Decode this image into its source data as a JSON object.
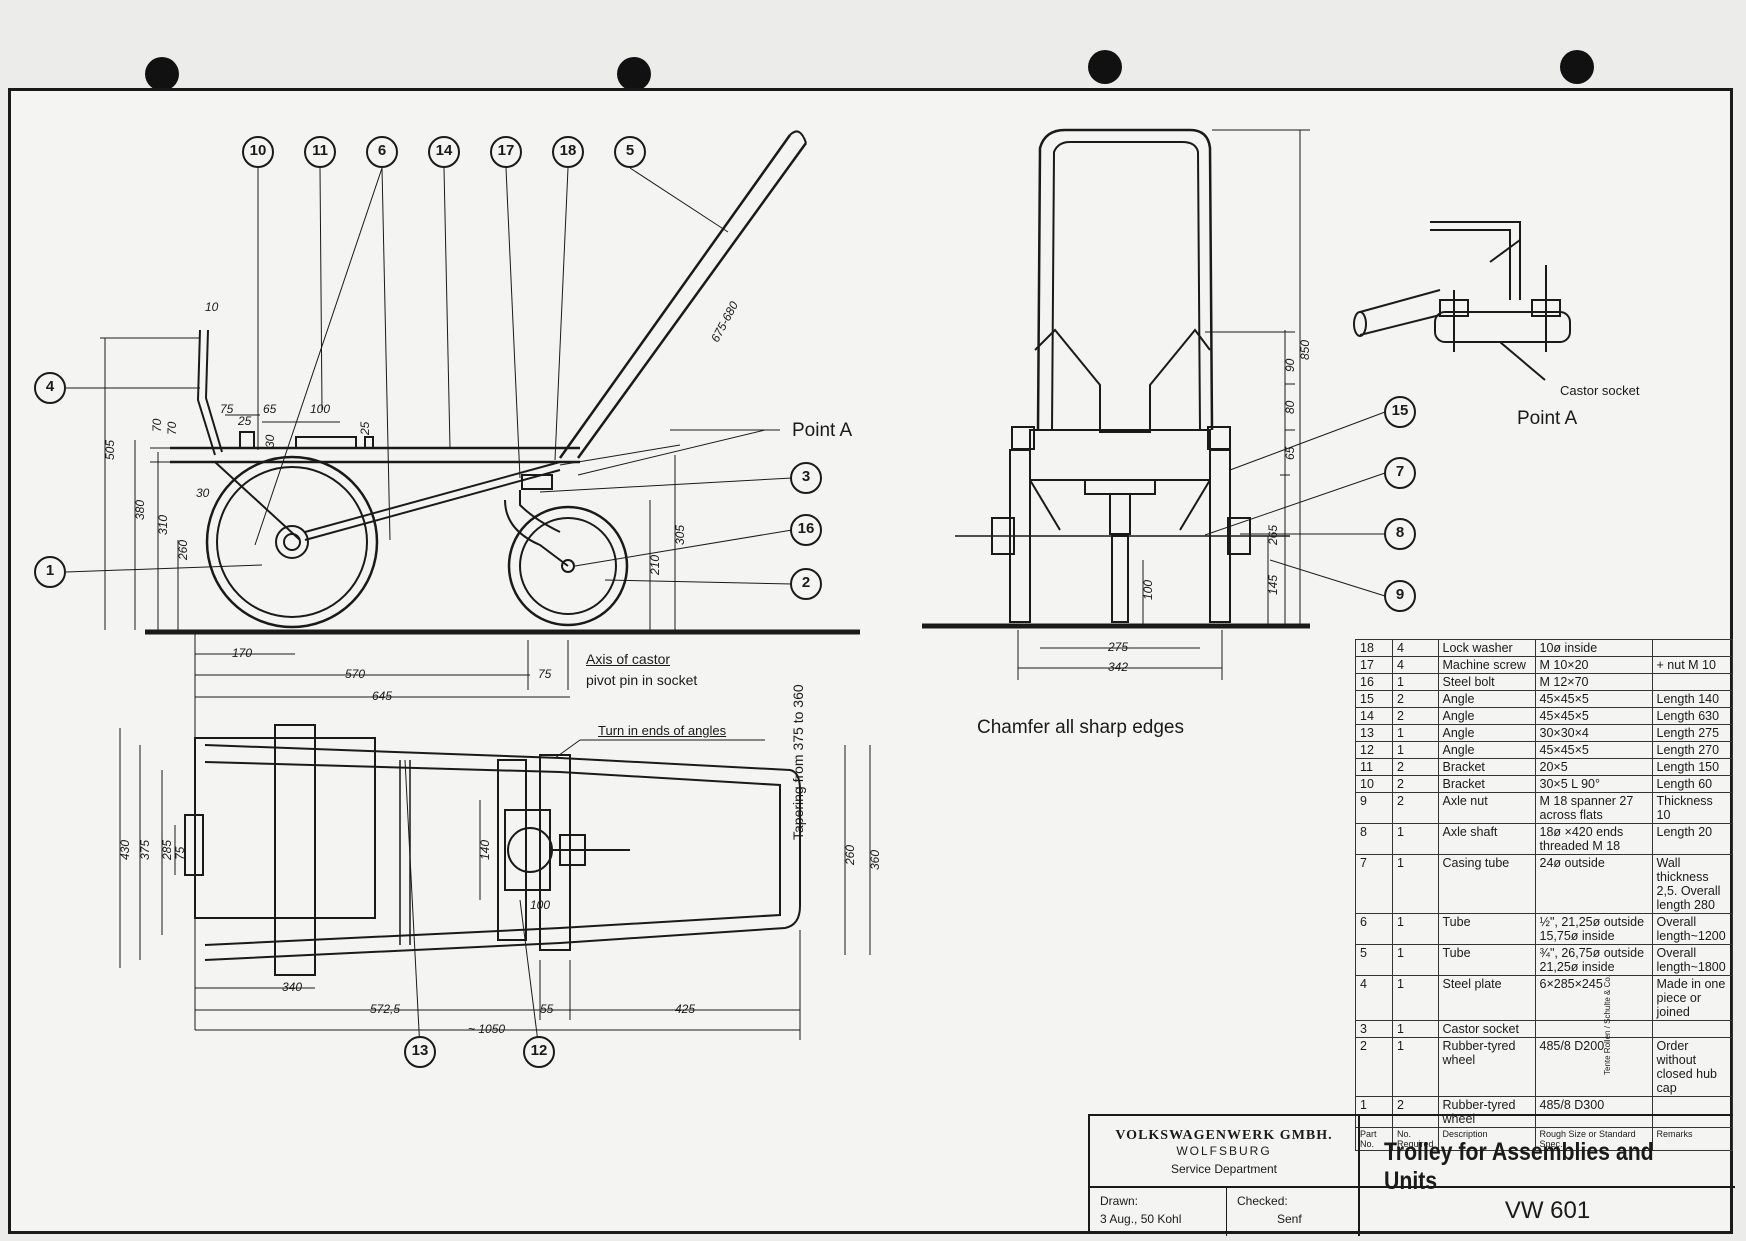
{
  "drawing": {
    "title": "Trolley for Assemblies and Units",
    "number": "VW 601",
    "company": "VOLKSWAGENWERK GMBH.",
    "city": "WOLFSBURG",
    "department": "Service Department",
    "drawn_label": "Drawn:",
    "drawn_value": "3 Aug., 50   Kohl",
    "checked_label": "Checked:",
    "checked_value": "Senf"
  },
  "notes": {
    "point_a": "Point A",
    "point_a_detail": "Point A",
    "castor_socket": "Castor socket",
    "axis_line1": "Axis of castor",
    "axis_line2": "pivot pin in socket",
    "chamfer": "Chamfer all sharp edges",
    "turn_in": "Turn in ends of angles",
    "tapering": "Tapering from 375 to 360"
  },
  "balloons": {
    "b10": "10",
    "b11": "11",
    "b6": "6",
    "b14": "14",
    "b17": "17",
    "b18": "18",
    "b5": "5",
    "b4": "4",
    "b1": "1",
    "b3": "3",
    "b16": "16",
    "b2": "2",
    "b15": "15",
    "b7": "7",
    "b8": "8",
    "b9": "9",
    "b13": "13",
    "b12": "12"
  },
  "dims": {
    "d10": "10",
    "d505": "505",
    "d380": "380",
    "d310": "310",
    "d260": "260",
    "d70a": "70",
    "d70b": "70",
    "d30a": "30",
    "d30b": "30",
    "d75": "75",
    "d65": "65",
    "d25a": "25",
    "d100": "100",
    "d25b": "25",
    "d675": "675-680",
    "d305": "305",
    "d210": "210",
    "d170": "170",
    "d570": "570",
    "d75b": "75",
    "d645": "645",
    "d850": "850",
    "d90": "90",
    "d80": "80",
    "d65b": "65",
    "d265": "265",
    "d145": "145",
    "d100b": "100",
    "d275": "275",
    "d342": "342",
    "d430": "430",
    "d375": "375",
    "d285": "285",
    "d75c": "75",
    "d140": "140",
    "d100c": "100",
    "d260b": "260",
    "d360": "360",
    "d340": "340",
    "d5725": "572,5",
    "d55": "55",
    "d425": "425",
    "d1050": "~ 1050"
  },
  "parts_list": {
    "rows": [
      {
        "no": "18",
        "qty": "4",
        "desc": "Lock washer",
        "size": "10ø  inside",
        "remarks": ""
      },
      {
        "no": "17",
        "qty": "4",
        "desc": "Machine screw",
        "size": "M 10×20",
        "remarks": "+ nut M 10"
      },
      {
        "no": "16",
        "qty": "1",
        "desc": "Steel bolt",
        "size": "M 12×70",
        "remarks": ""
      },
      {
        "no": "15",
        "qty": "2",
        "desc": "Angle",
        "size": "45×45×5",
        "remarks": "Length 140"
      },
      {
        "no": "14",
        "qty": "2",
        "desc": "Angle",
        "size": "45×45×5",
        "remarks": "Length 630"
      },
      {
        "no": "13",
        "qty": "1",
        "desc": "Angle",
        "size": "30×30×4",
        "remarks": "Length 275"
      },
      {
        "no": "12",
        "qty": "1",
        "desc": "Angle",
        "size": "45×45×5",
        "remarks": "Length 270"
      },
      {
        "no": "11",
        "qty": "2",
        "desc": "Bracket",
        "size": "20×5",
        "remarks": "Length 150"
      },
      {
        "no": "10",
        "qty": "2",
        "desc": "Bracket",
        "size": "30×5 L 90°",
        "remarks": "Length 60"
      },
      {
        "no": "9",
        "qty": "2",
        "desc": "Axle nut",
        "size": "M 18 spanner 27 across flats",
        "remarks": "Thickness 10"
      },
      {
        "no": "8",
        "qty": "1",
        "desc": "Axle shaft",
        "size": "18ø ×420 ends threaded M 18",
        "remarks": "Length 20"
      },
      {
        "no": "7",
        "qty": "1",
        "desc": "Casing tube",
        "size": "24ø outside",
        "remarks": "Wall thickness 2,5. Overall length 280"
      },
      {
        "no": "6",
        "qty": "1",
        "desc": "Tube",
        "size": "½\", 21,25ø outside 15,75ø inside",
        "remarks": "Overall length~1200"
      },
      {
        "no": "5",
        "qty": "1",
        "desc": "Tube",
        "size": "¾\", 26,75ø outside 21,25ø inside",
        "remarks": "Overall length~1800"
      },
      {
        "no": "4",
        "qty": "1",
        "desc": "Steel plate",
        "size": "6×285×245",
        "remarks": "Made in one piece or joined"
      },
      {
        "no": "3",
        "qty": "1",
        "desc": "Castor socket",
        "size": "",
        "remarks": ""
      },
      {
        "no": "2",
        "qty": "1",
        "desc": "Rubber-tyred wheel",
        "size": "485/8 D200",
        "remarks": "Order without closed hub cap"
      },
      {
        "no": "1",
        "qty": "2",
        "desc": "Rubber-tyred wheel",
        "size": "485/8 D300",
        "remarks": ""
      }
    ],
    "supplier_note": "Tente Rollen / Schulte & Co.",
    "header": {
      "no": "Part No.",
      "qty": "No. Required",
      "desc": "Description",
      "size": "Rough Size or Standard Spec.",
      "remarks": "Remarks"
    }
  }
}
